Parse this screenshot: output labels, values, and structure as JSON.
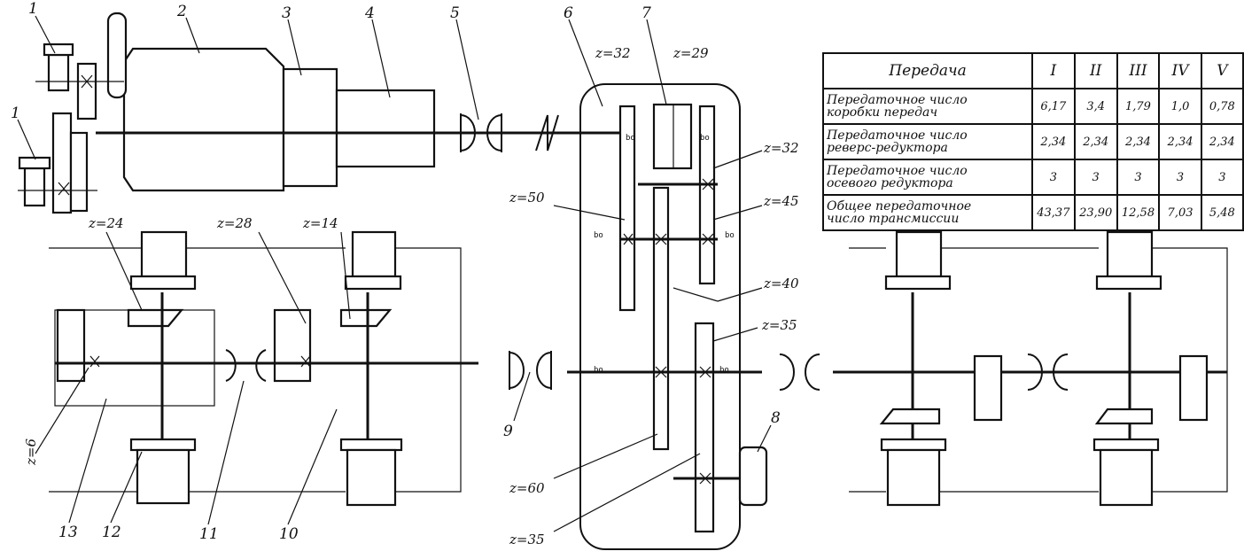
{
  "diagram": {
    "part_labels": [
      "1",
      "1",
      "2",
      "3",
      "4",
      "5",
      "6",
      "7",
      "8",
      "9",
      "10",
      "11",
      "12",
      "13"
    ],
    "gear_labels": [
      "z=32",
      "z=29",
      "z=32",
      "z=50",
      "z=45",
      "z=40",
      "z=35",
      "z=60",
      "z=35",
      "z=24",
      "z=28",
      "z=14",
      "z=6"
    ]
  },
  "table": {
    "header": {
      "name": "Передача",
      "gears": [
        "I",
        "II",
        "III",
        "IV",
        "V"
      ]
    },
    "rows": [
      {
        "name_line1": "Передаточное число",
        "name_line2": "коробки передач",
        "values": [
          "6,17",
          "3,4",
          "1,79",
          "1,0",
          "0,78"
        ]
      },
      {
        "name_line1": "Передаточное число",
        "name_line2": "реверс-редуктора",
        "values": [
          "2,34",
          "2,34",
          "2,34",
          "2,34",
          "2,34"
        ]
      },
      {
        "name_line1": "Передаточное число",
        "name_line2": "осевого редуктора",
        "values": [
          "3",
          "3",
          "3",
          "3",
          "3"
        ]
      },
      {
        "name_line1": "Общее передаточное",
        "name_line2": "число трансмиссии",
        "values": [
          "43,37",
          "23,90",
          "12,58",
          "7,03",
          "5,48"
        ]
      }
    ]
  }
}
